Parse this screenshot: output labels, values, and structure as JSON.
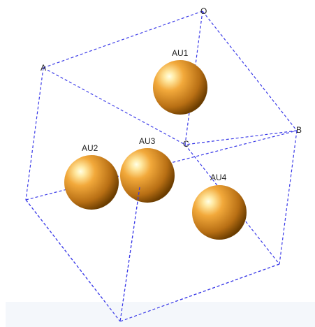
{
  "viewer": {
    "corner_labels": {
      "o": "O",
      "a": "A",
      "b": "B",
      "c": "C"
    },
    "atoms": [
      {
        "label": "AU1"
      },
      {
        "label": "AU2"
      },
      {
        "label": "AU3"
      },
      {
        "label": "AU4"
      }
    ],
    "colors": {
      "cell_edge": "#3a3ae8",
      "atom_light": "#ffffe6",
      "atom_mid": "#f2a93b",
      "atom_dark": "#6b3d00",
      "panel": "#f4f7fb"
    }
  }
}
